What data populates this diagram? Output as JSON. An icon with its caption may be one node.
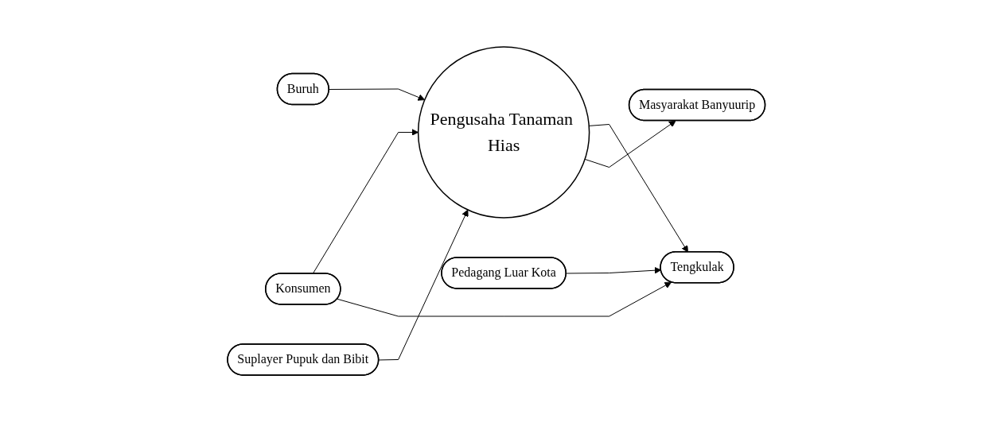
{
  "diagram": {
    "nodes": [
      {
        "text": [
          "Buruh"
        ]
      },
      {
        "text": [
          "Pengusaha Tanaman Hias"
        ]
      },
      {
        "text": [
          "Tengkulak"
        ]
      },
      {
        "text": [
          "Suplayer Pupuk dan Bibit"
        ]
      },
      {
        "text": [
          "Konsumen"
        ]
      },
      {
        "text": [
          "Masyarakat Banyuurip"
        ]
      },
      {
        "text": [
          "Pedagang Luar Kota"
        ]
      }
    ],
    "edges": [
      {
        "from": 0,
        "to": 1,
        "arrow": "to"
      },
      {
        "from": 3,
        "to": 1,
        "arrow": "to"
      },
      {
        "from": 1,
        "to": 2,
        "arrow": "to"
      },
      {
        "from": 4,
        "to": 1,
        "arrow": "to"
      },
      {
        "from": 4,
        "to": 2,
        "arrow": "to"
      },
      {
        "from": 6,
        "to": 2,
        "arrow": "to"
      },
      {
        "from": 1,
        "to": 5,
        "arrow": "to"
      }
    ]
  }
}
